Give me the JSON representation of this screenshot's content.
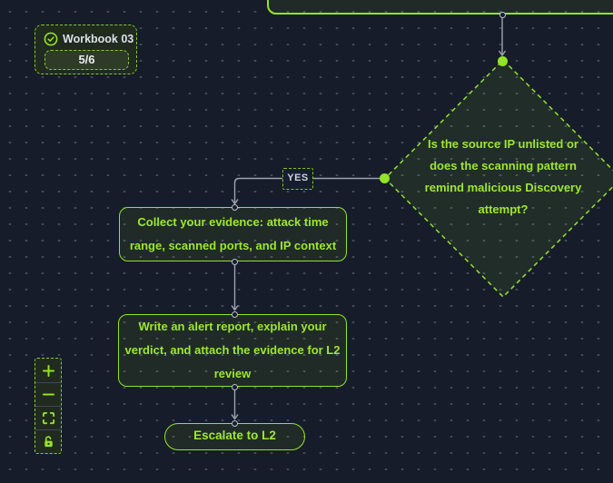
{
  "colors": {
    "background": "#161c29",
    "accent_green": "#93e326",
    "node_fill": "rgba(147,227,38,0.08)",
    "edge_gray": "#9ca3b0",
    "handle_ring": "#b9bfca",
    "label_text": "#ccd3dc",
    "badge_text": "#dce1e7",
    "grid_dot": "#414b5d"
  },
  "badge": {
    "icon": "check-circle-icon",
    "title": "Workbook 03",
    "progress": "5/6"
  },
  "flow": {
    "decision_node": {
      "lines": [
        "Is the source IP unlisted or",
        "does the scanning pattern",
        "remind malicious Discovery",
        "attempt?"
      ]
    },
    "collect_node": {
      "lines": [
        "Collect your evidence: attack time",
        "range, scanned ports, and IP context"
      ]
    },
    "report_node": {
      "lines": [
        "Write an alert report, explain your",
        "verdict, and attach the evidence for L2",
        "review"
      ]
    },
    "escalate_node": {
      "label": "Escalate to L2"
    },
    "edge_label_yes": "YES"
  },
  "controls": {
    "zoom_in_glyph": "+",
    "zoom_out_glyph": "−",
    "fit_view": "fit-view-icon",
    "lock": "unlock-icon"
  }
}
